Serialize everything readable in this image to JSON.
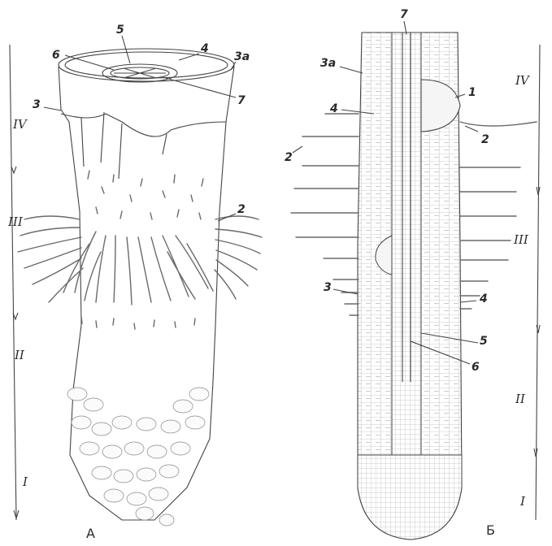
{
  "panel_a": {
    "letter": "А",
    "zone_labels": [
      "IV",
      "III",
      "II",
      "I"
    ],
    "part_labels": [
      "5",
      "6",
      "4",
      "3а",
      "7",
      "3",
      "2"
    ]
  },
  "panel_b": {
    "letter": "Б",
    "zone_labels": [
      "IV",
      "III",
      "II",
      "I"
    ],
    "part_labels": [
      "7",
      "3а",
      "1",
      "4",
      "2",
      "2",
      "3",
      "4",
      "5",
      "6"
    ]
  },
  "colors": {
    "ink": "#2a2a2a",
    "line": "#444444",
    "cell": "#888888"
  }
}
